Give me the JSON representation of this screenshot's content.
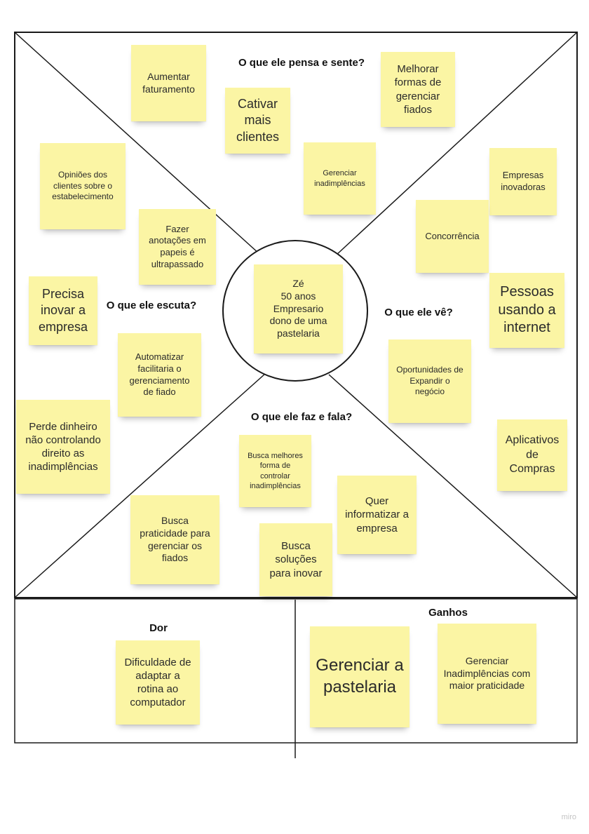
{
  "quadrants": {
    "thinks_feels": "O que ele pensa e sente?",
    "hears": "O que ele escuta?",
    "sees": "O que ele vê?",
    "says_does": "O que ele faz e fala?"
  },
  "center": {
    "text": "Zé\n50 anos\nEmpresario\ndono de uma\npastelaria"
  },
  "sections": {
    "pain": "Dor",
    "gains": "Ganhos"
  },
  "notes": {
    "aumentar_faturamento": "Aumentar faturamento",
    "cativar_clientes": "Cativar mais clientes",
    "melhorar_fiados": "Melhorar formas de gerenciar fiados",
    "gerenciar_inadimplencias": "Gerenciar inadimplências",
    "opinioes_clientes": "Opiniões dos clientes sobre o estabelecimento",
    "fazer_anotacoes": "Fazer anotações em papeis é ultrapassado",
    "precisa_inovar": "Precisa inovar a empresa",
    "automatizar": "Automatizar facilitaria o gerenciamento de fiado",
    "perde_dinheiro": "Perde dinheiro não controlando direito as inadimplências",
    "empresas_inovadoras": "Empresas inovadoras",
    "concorrencia": "Concorrência",
    "pessoas_internet": "Pessoas usando a internet",
    "oportunidades": "Oportunidades de Expandir o negócio",
    "aplicativos_compras": "Aplicativos de Compras",
    "busca_controlar": "Busca melhores forma de controlar inadimplências",
    "quer_informatizar": "Quer informatizar a empresa",
    "busca_praticidade": "Busca praticidade para gerenciar os fiados",
    "busca_solucoes": "Busca soluções para inovar",
    "dificuldade_adaptar": "Dificuldade de adaptar a rotina ao computador",
    "gerenciar_pastelaria": "Gerenciar a pastelaria",
    "gerenciar_inadimplencias_praticidade": "Gerenciar Inadimplências com maior praticidade"
  },
  "watermark": "miro"
}
